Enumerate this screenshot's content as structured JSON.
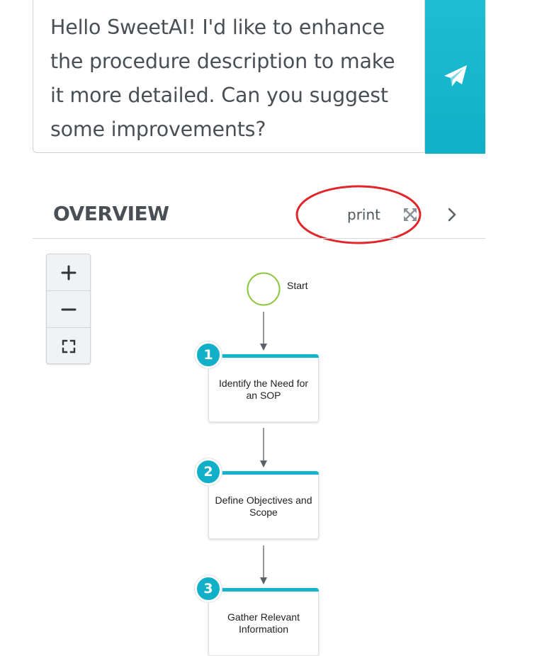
{
  "chat": {
    "message": "Hello SweetAI! I'd like to enhance the procedure description to make it more detailed. Can you suggest some improvements?",
    "send_icon": "paper-plane-icon"
  },
  "overview": {
    "title": "OVERVIEW",
    "print_label": "print",
    "expand_icon": "expand-icon",
    "next_icon": "chevron-right-icon",
    "annotation_color": "#e0262b"
  },
  "zoom": {
    "zoom_in_icon": "plus-icon",
    "zoom_out_icon": "minus-icon",
    "fit_icon": "fit-screen-icon"
  },
  "diagram": {
    "start_label": "Start",
    "accent_color": "#14b4cb",
    "start_color": "#8cc63f",
    "steps": [
      {
        "number": "1",
        "label": "Identify the Need for an SOP"
      },
      {
        "number": "2",
        "label": "Define Objectives and Scope"
      },
      {
        "number": "3",
        "label": "Gather Relevant Information"
      }
    ]
  }
}
